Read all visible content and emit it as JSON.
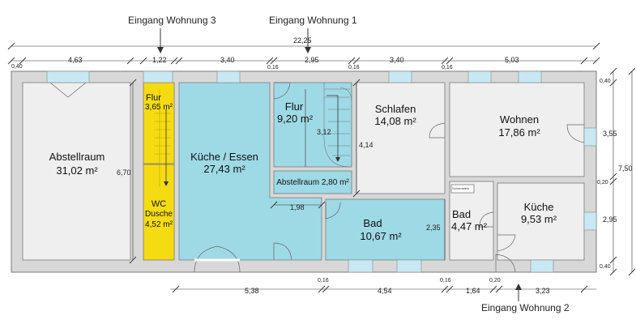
{
  "entrances": {
    "w3": "Eingang Wohnung 3",
    "w1": "Eingang Wohnung 1",
    "w2": "Eingang Wohnung 2"
  },
  "dims_top": {
    "total": "22,25",
    "d_040": "0,40",
    "d_463": "4,63",
    "d_122": "1,22",
    "d_340a": "3,40",
    "d_016a": "0,16",
    "d_295": "2,95",
    "d_016b": "0,16",
    "d_340b": "3,40",
    "d_016c": "0,16",
    "d_503": "5,03"
  },
  "dims_bottom": {
    "d_538": "5,38",
    "d_016a": "0,16",
    "d_454": "4,54",
    "d_016b": "0,16",
    "d_164": "1,64",
    "d_020": "0,20",
    "d_323": "3,23"
  },
  "dims_right": {
    "d_040a": "0,40",
    "d_355": "3,55",
    "d_750": "7,50",
    "d_020": "0,20",
    "d_295": "2,95",
    "d_040b": "0,40"
  },
  "dims_inner": {
    "d_670": "6,70",
    "d_312": "3,12",
    "d_414": "4,14",
    "d_198": "1,98",
    "d_235": "2,35"
  },
  "rooms": {
    "abstellraum_name": "Abstellraum",
    "abstellraum_area": "31,02 m²",
    "flur_small_name": "Flur",
    "flur_small_area": "3,65 m²",
    "wc_name": "WC",
    "wc_name2": "Dusche",
    "wc_area": "4,52 m²",
    "kueche_essen_name": "Küche / Essen",
    "kueche_essen_area": "27,43 m²",
    "flur_name": "Flur",
    "flur_area": "9,20 m²",
    "abstellraum_small": "Abstellraum 2,80 m²",
    "bad_name": "Bad",
    "bad_area": "10,67 m²",
    "schlafen_name": "Schlafen",
    "schlafen_area": "14,08 m²",
    "wohnen_name": "Wohnen",
    "wohnen_area": "17,86 m²",
    "bad2_name": "Bad",
    "bad2_area": "4,47 m²",
    "kueche_name": "Küche",
    "kueche_area": "9,53 m²"
  },
  "label_schornstein": "Schornstein",
  "colors": {
    "wall": "#d8d8d8",
    "wall_line": "#7a7a7a",
    "floor": "#efefef",
    "blue": "#9ed9e6",
    "yellow": "#f5dc12",
    "window": "#c8e8f3"
  }
}
